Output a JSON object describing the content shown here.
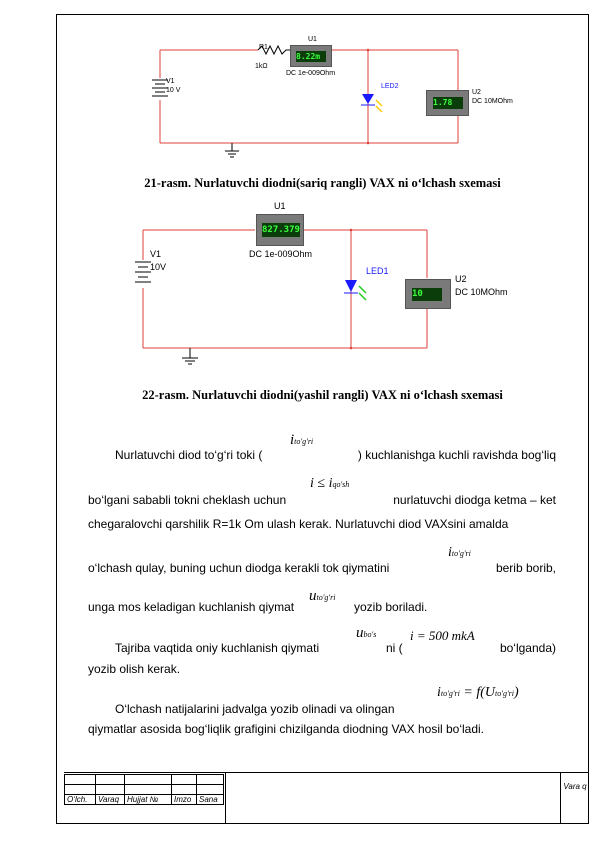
{
  "circuit1": {
    "resistor_name": "R1",
    "resistor_value": "1kΩ",
    "source_name": "V1",
    "source_value": "10 V",
    "meter1_name": "U1",
    "meter1_display": "8.22m",
    "meter1_mode": "DC  1e-009Ohm",
    "led_name": "LED2",
    "meter2_name": "U2",
    "meter2_display": "1.78",
    "meter2_mode": "DC  10MOhm"
  },
  "caption1": "21-rasm. Nurlatuvchi diodni(sariq rangli) VAX ni o‘lchash sxemasi",
  "circuit2": {
    "meter1_name": "U1",
    "meter1_display": "827.379",
    "meter1_mode": "DC  1e-009Ohm",
    "source_name": "V1",
    "source_value": "10V",
    "led_name": "LED1",
    "meter2_name": "U2",
    "meter2_display": "10",
    "meter2_mode": "DC  10MOhm"
  },
  "caption2": "22-rasm. Nurlatuvchi diodni(yashil rangli) VAX ni o‘lchash sxemasi",
  "text": {
    "p1_a": "Nurlatuvchi diod to‘g‘ri toki (",
    "p1_b": ") kuchlanishga kuchli ravishda bog‘liq",
    "p1_c": "bo‘lgani sababli tokni cheklash uchun",
    "p1_d": "nurlatuvchi diodga ketma – ket",
    "p1_e": "chegaralovchi qarshilik R=1k Om ulash kerak. Nurlatuvchi diod VAXsini amalda",
    "p1_f": "o‘lchash qulay, buning uchun diodga kerakli tok qiymatini",
    "p1_g": "berib borib,",
    "p1_h": "unga mos keladigan kuchlanish qiymat",
    "p1_i": "yozib boriladi.",
    "p2_a": "Tajriba vaqtida oniy kuchlanish qiymati",
    "p2_b": "ni (",
    "p2_c": "bo‘lganda)",
    "p2_d": "yozib olish kerak.",
    "p3_a": "O‘lchash natijalarini jadvalga yozib olinadi va olingan",
    "p3_b": "qiymatlar asosida bog‘liqlik grafigini chizilganda diodning VAX hosil bo‘ladi."
  },
  "formulas": {
    "i_main": "i",
    "i_sub": "to'g'ri",
    "ineq_main": "i ≤ i",
    "ineq_sub": "qo'sh",
    "u_main": "u",
    "u_sub": "to'g'ri",
    "ubos_main": "u",
    "ubos_sub": "bo's",
    "cur_val": "i = 500 mkA",
    "func_a": "i",
    "func_b": "= f",
    "func_c": "U",
    "func_sub": "to'g'ri"
  },
  "stamp": {
    "cols": [
      "O‘lch.",
      "Varaq",
      "Hujjat  №",
      "Imzo",
      "Sana"
    ],
    "varaq": "Vara q"
  }
}
